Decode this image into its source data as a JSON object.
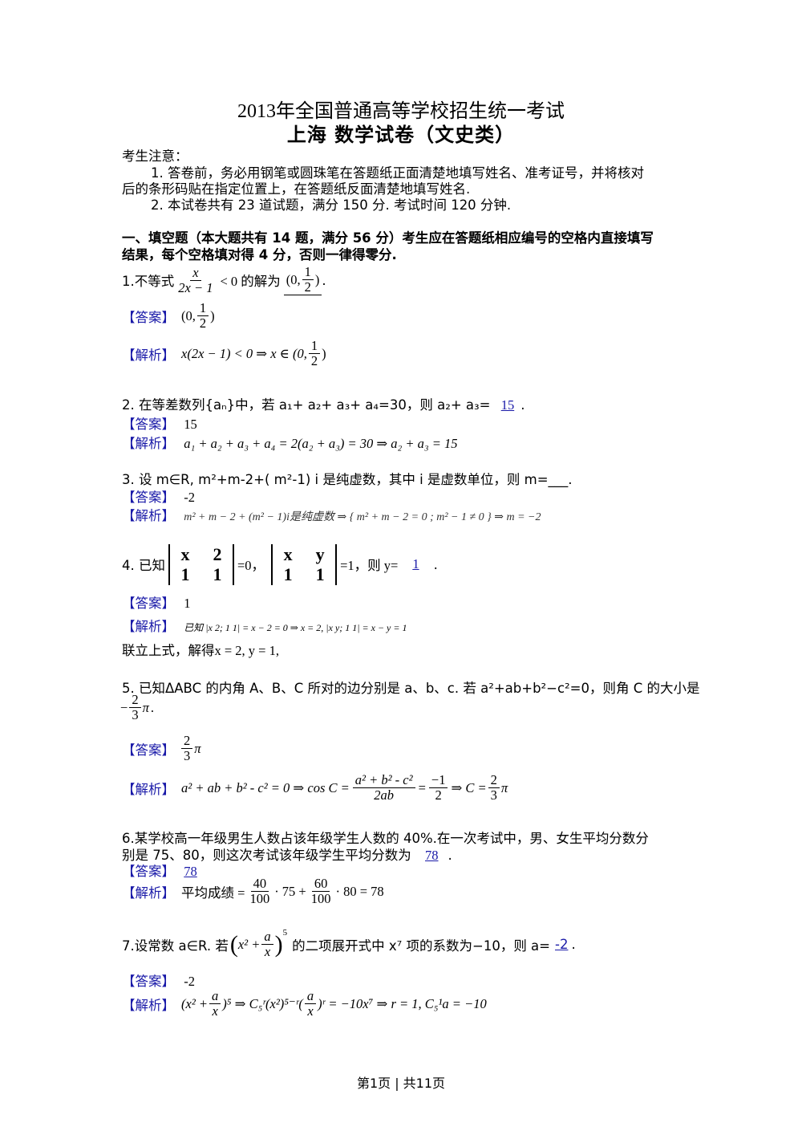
{
  "title": "2013年全国普通高等学校招生统一考试",
  "subtitle": "上海 数学试卷（文史类）",
  "notice": {
    "heading": "考生注意：",
    "line1a": "1. 答卷前，务必用钢笔或圆珠笔在答题纸正面清楚地填写姓名、准考证号，并将核对",
    "line1b": "后的条形码贴在指定位置上，在答题纸反面清楚地填写姓名.",
    "line2": "2. 本试卷共有 23 道试题，满分 150 分. 考试时间 120 分钟."
  },
  "section1": {
    "line1": "一、填空题（本大题共有 14 题，满分 56 分）考生应在答题纸相应编号的空格内直接填写",
    "line2": "结果，每个空格填对得 4 分，否则一律得零分."
  },
  "labels": {
    "answer": "【答案】",
    "analysis": "【解析】"
  },
  "q1": {
    "prefix": "1.不等式",
    "num": "x",
    "den": "2x − 1",
    "mid": "< 0 的解为",
    "blank_a": "(0,",
    "blank_n": "1",
    "blank_d": "2",
    "blank_b": ")",
    "end": ".",
    "answer_a": "(0,",
    "answer_n": "1",
    "answer_d": "2",
    "answer_b": ")",
    "analysis_a": "x(2x − 1) < 0 ⇒ x ∈ (0,",
    "analysis_n": "1",
    "analysis_d": "2",
    "analysis_b": ")"
  },
  "q2": {
    "text": "2. 在等差数列{aₙ}中，若 a₁+ a₂+ a₃+ a₄=30，则 a₂+ a₃=",
    "blank": "15",
    "end": ".",
    "answer": "15",
    "analysis": "a₁ + a₂ + a₃ + a₄ = 2(a₂ + a₃) = 30 ⇒ a₂ + a₃ = 15"
  },
  "q3": {
    "text": "3. 设 m∈R, m²+m-2+( m²-1) i 是纯虚数，其中 i 是虚数单位，则 m=___.",
    "answer": "-2",
    "analysis": "m² + m − 2 + (m² − 1)i是纯虚数 ⇒ { m² + m − 2 = 0 ; m² − 1 ≠ 0 } ⇒ m = −2"
  },
  "q4": {
    "prefix": "4. 已知",
    "d1": [
      "x",
      "2",
      "1",
      "1"
    ],
    "eq1": "=0，",
    "d2": [
      "x",
      "y",
      "1",
      "1"
    ],
    "eq2": "=1，则 y=",
    "blank": "1",
    "end": ".",
    "answer": "1",
    "analysis": "已知 |x 2; 1 1| = x − 2 = 0 ⇒ x = 2, |x y; 1 1| = x − y = 1",
    "analysis2": "联立上式，解得x = 2, y = 1,"
  },
  "q5": {
    "text": "5. 已知ΔABC 的内角 A、B、C 所对的边分别是 a、b、c. 若 a²+ab+b²−c²=0，则角 C 的大小是",
    "blank_sign": "−",
    "blank_n": "2",
    "blank_d": "3",
    "blank_pi": "π",
    "end": ".",
    "answer_n": "2",
    "answer_d": "3",
    "answer_pi": "π",
    "analysis_a": "a² + ab + b² - c² = 0 ⇒ cos C =",
    "analysis_f1n": "a² + b² - c²",
    "analysis_f1d": "2ab",
    "analysis_mid": "=",
    "analysis_f2n": "−1",
    "analysis_f2d": "2",
    "analysis_mid2": "⇒ C =",
    "analysis_f3n": "2",
    "analysis_f3d": "3",
    "analysis_pi": "π"
  },
  "q6": {
    "line1": "6.某学校高一年级男生人数占该年级学生人数的 40%.在一次考试中，男、女生平均分数分",
    "line2": "别是 75、80，则这次考试该年级学生平均分数为",
    "blank": "78",
    "end": ".",
    "answer": "78",
    "analysis_a": "平均成绩 =",
    "f1n": "40",
    "f1d": "100",
    "mid1": "· 75 +",
    "f2n": "60",
    "f2d": "100",
    "mid2": "· 80 = 78"
  },
  "q7": {
    "prefix": "7.设常数 a∈R. 若",
    "expr_a": "x² +",
    "expr_n": "a",
    "expr_d": "x",
    "exp": "5",
    "suffix": "的二项展开式中 x⁷ 项的系数为−10，则 a=",
    "blank": "-2",
    "end": ".",
    "answer": "-2",
    "analysis_a": "(x² +",
    "an": "a",
    "ad": "x",
    "analysis_b": ")⁵ ⇒ C₅ʳ(x²)⁵⁻ʳ(",
    "bn": "a",
    "bd": "x",
    "analysis_c": ")ʳ = −10x⁷ ⇒ r = 1, C₅¹a = −10"
  },
  "footer": "第1页 | 共11页"
}
